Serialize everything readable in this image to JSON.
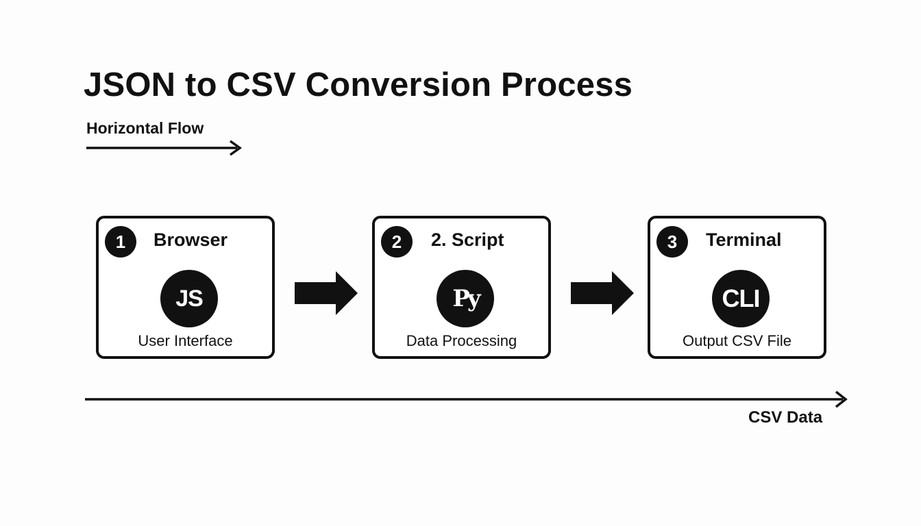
{
  "title": "JSON to CSV Conversion Process",
  "flow_label": "Horizontal Flow",
  "steps": [
    {
      "number": "1",
      "title": "Browser",
      "icon_label": "JS",
      "icon": "javascript-icon",
      "description": "User Interface"
    },
    {
      "number": "2",
      "title": "2. Script",
      "icon_label": "Py",
      "icon": "python-icon",
      "description": "Data Processing"
    },
    {
      "number": "3",
      "title": "Terminal",
      "icon_label": "CLI",
      "icon": "cli-icon",
      "description": "Output CSV File"
    }
  ],
  "bottom_label": "CSV Data",
  "colors": {
    "stroke": "#111111",
    "background": "#fdfdfd"
  }
}
